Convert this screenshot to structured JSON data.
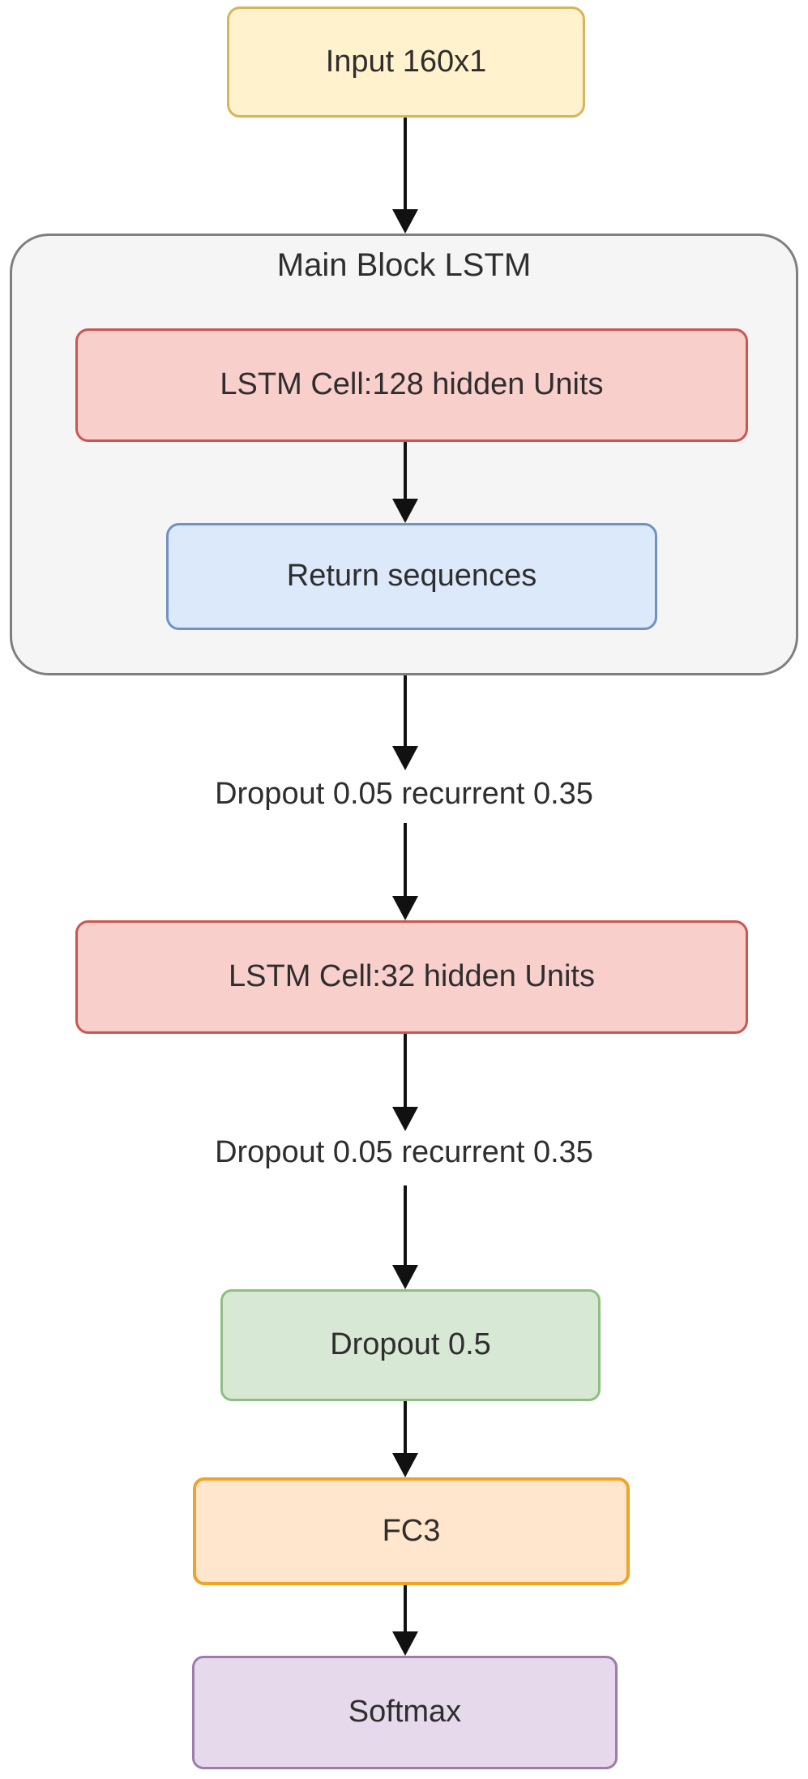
{
  "diagram": {
    "title_node": "Main Block LSTM",
    "nodes": {
      "input": {
        "label": "Input 160x1",
        "fill": "#FFF2CC",
        "stroke": "#D6B656"
      },
      "main_block": {
        "label": "Main Block LSTM",
        "fill": "#F5F5F5",
        "stroke": "#7F7F7F"
      },
      "lstm_128": {
        "label": "LSTM Cell:128 hidden Units",
        "fill": "#F9CFCC",
        "stroke": "#CD5550"
      },
      "return_sequences": {
        "label": "Return sequences",
        "fill": "#DCE9FA",
        "stroke": "#7191C4"
      },
      "lstm_32": {
        "label": "LSTM Cell:32 hidden Units",
        "fill": "#F9CFCC",
        "stroke": "#CD5550"
      },
      "dropout": {
        "label": "Dropout 0.5",
        "fill": "#D7E8D4",
        "stroke": "#8FBF80"
      },
      "fc3": {
        "label": "FC3",
        "fill": "#FFE6CC",
        "stroke": "#EFA427"
      },
      "softmax": {
        "label": "Softmax",
        "fill": "#E6D9EC",
        "stroke": "#9D7BAD"
      }
    },
    "annotations": [
      {
        "text": "Dropout 0.05 recurrent 0.35"
      },
      {
        "text": "Dropout 0.05 recurrent 0.35"
      }
    ],
    "arrow_color": "#111111",
    "text_color": "#2e2e2e",
    "background": "#ffffff"
  }
}
